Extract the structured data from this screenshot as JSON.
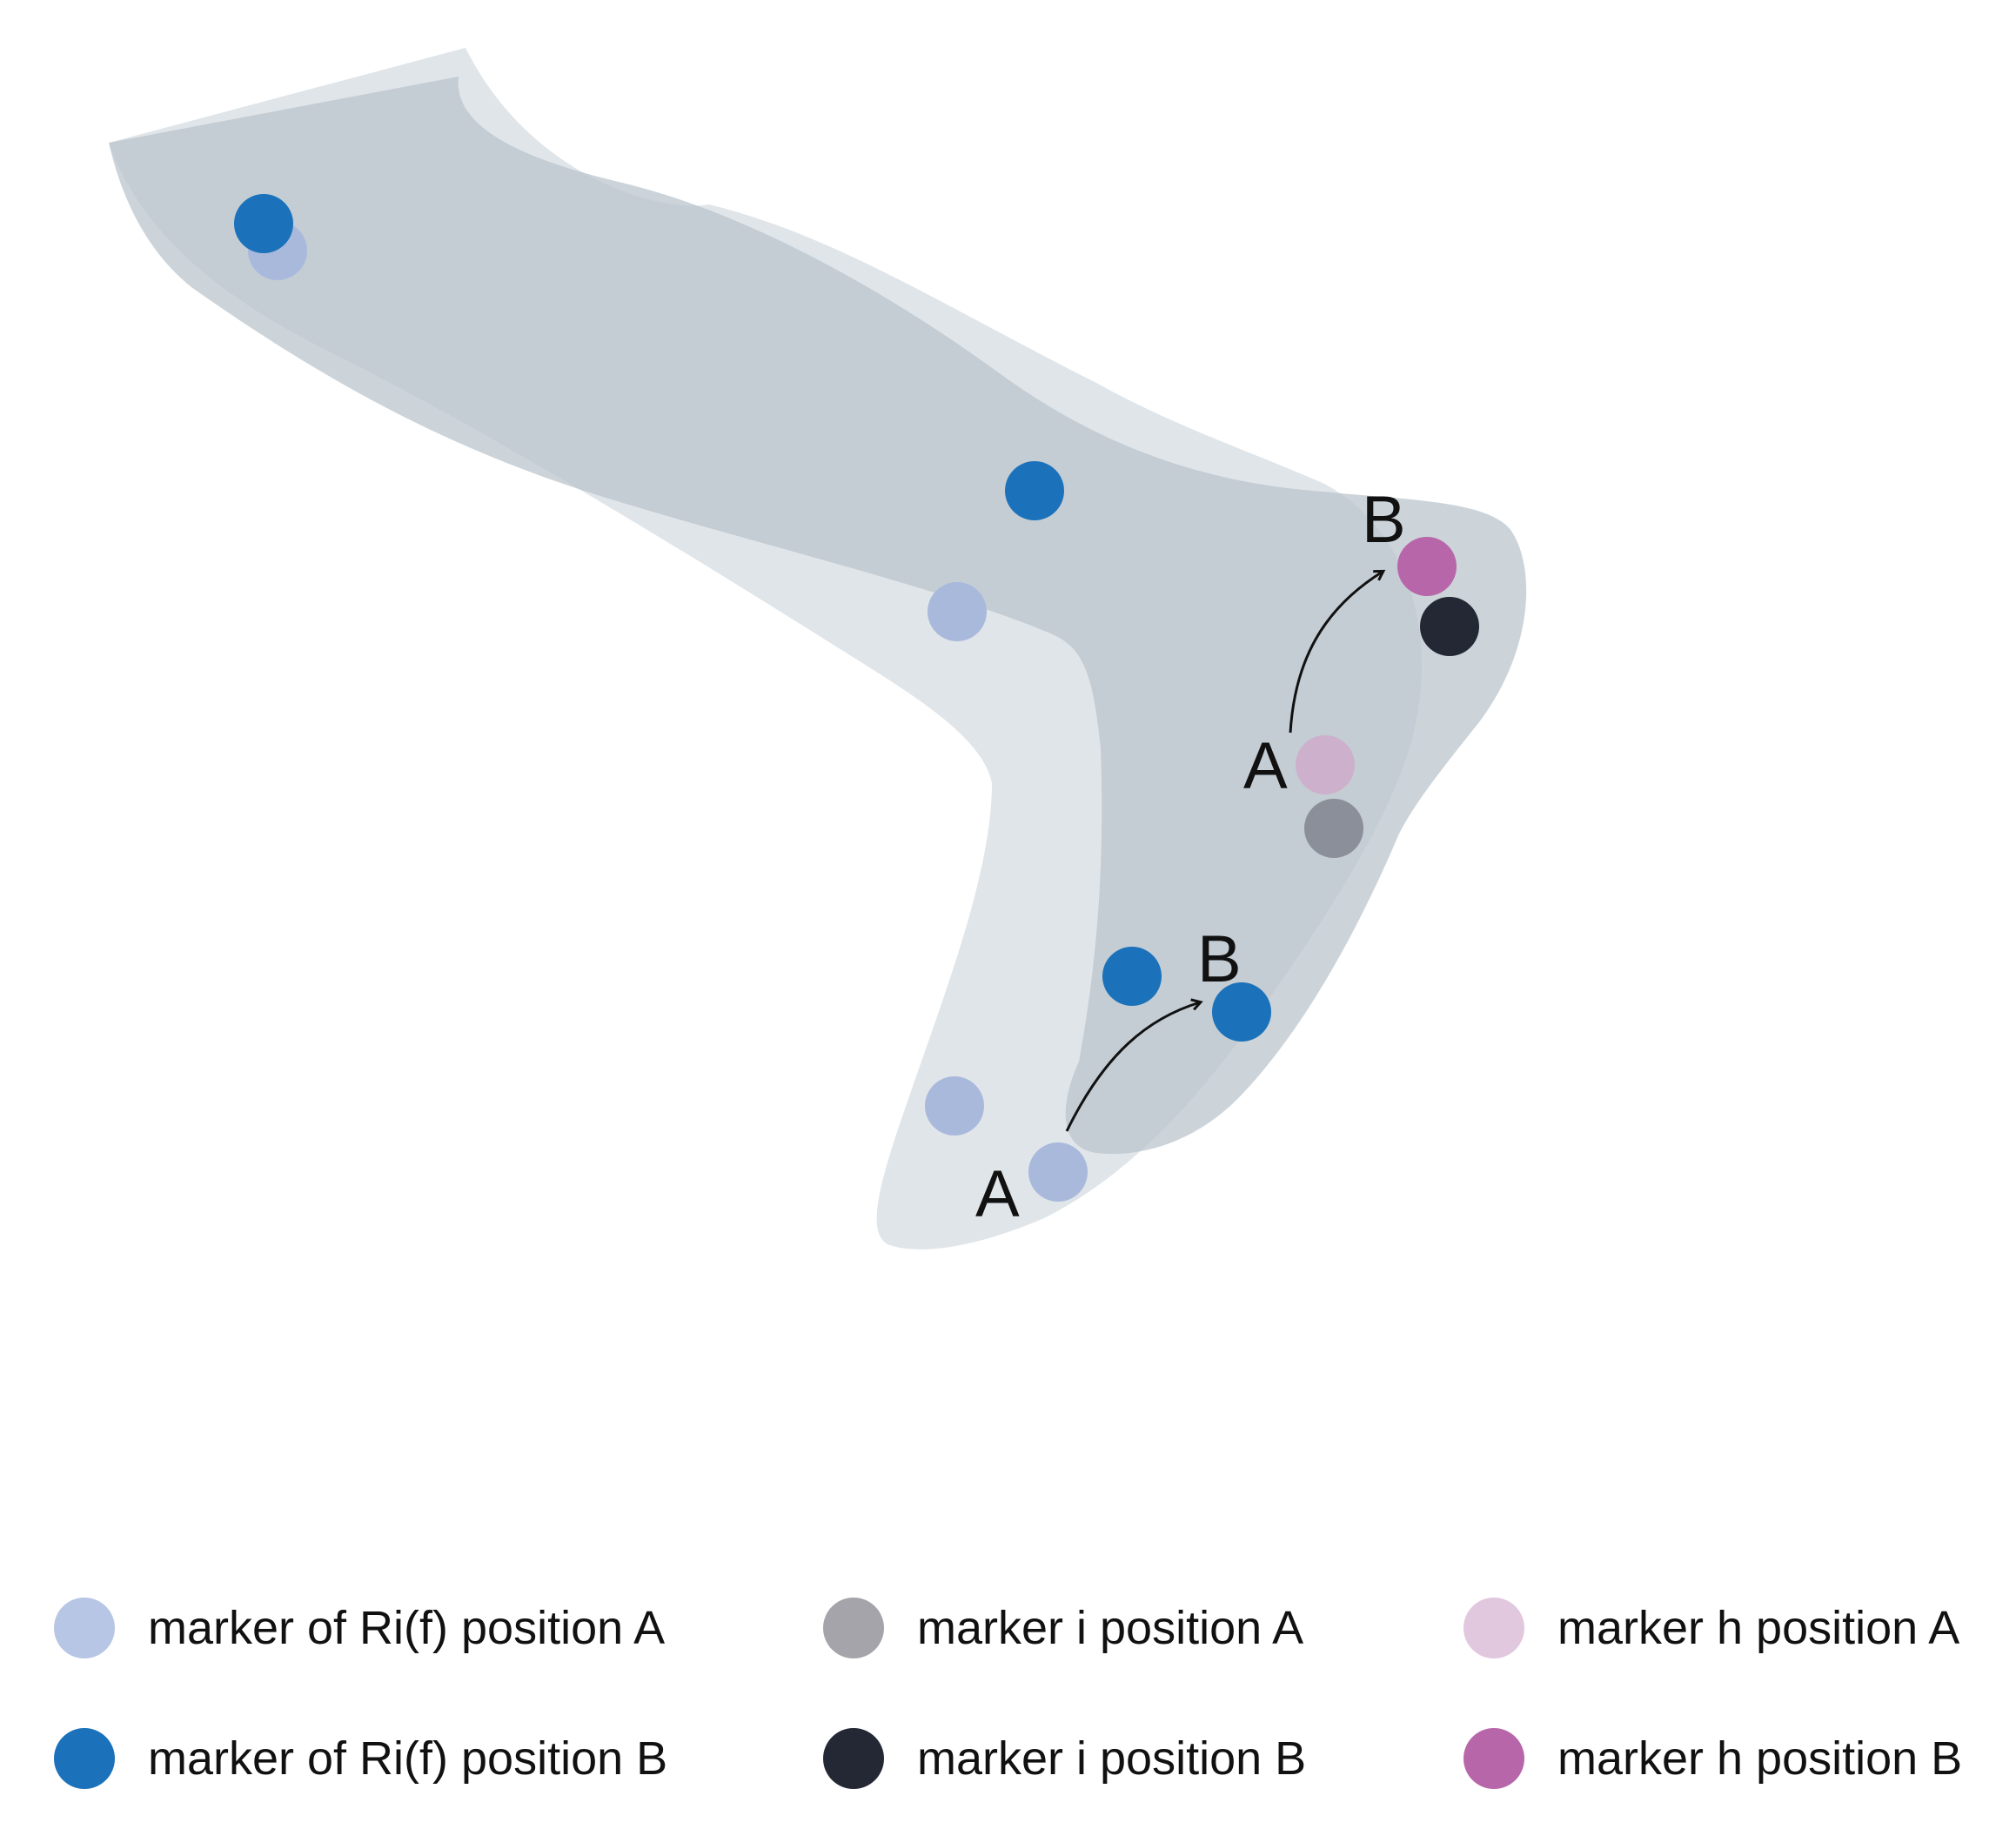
{
  "labels": {
    "first_pair": {
      "start": "A",
      "end": "B"
    },
    "second_pair": {
      "start": "A",
      "end": "B"
    }
  },
  "legend": [
    {
      "id": "ri-a",
      "label": "marker of Ri(f) position A",
      "color": "#b7c6e4",
      "icon": "circle-marker"
    },
    {
      "id": "i-a",
      "label": "marker i position A",
      "color": "#a5a4aa",
      "icon": "circle-marker"
    },
    {
      "id": "h-a",
      "label": "marker h position A",
      "color": "#e1c8df",
      "icon": "circle-marker"
    },
    {
      "id": "ri-b",
      "label": "marker of Ri(f) position B",
      "color": "#1b72ba",
      "icon": "circle-marker"
    },
    {
      "id": "i-b",
      "label": "marker i position B",
      "color": "#232834",
      "icon": "circle-marker"
    },
    {
      "id": "h-b",
      "label": "marker h position B",
      "color": "#b866aa",
      "icon": "circle-marker"
    }
  ],
  "colors": {
    "shape_a": "#c9d2d9",
    "shape_b": "#b9c5ce",
    "ri_a_on_figure": "#a9b9dc",
    "ri_b": "#1b72ba",
    "i_a_on_figure": "#8b8f99",
    "i_b": "#232834",
    "h_a_on_figure": "#cdb0cc",
    "h_b": "#b866aa",
    "arrow": "#111111"
  }
}
